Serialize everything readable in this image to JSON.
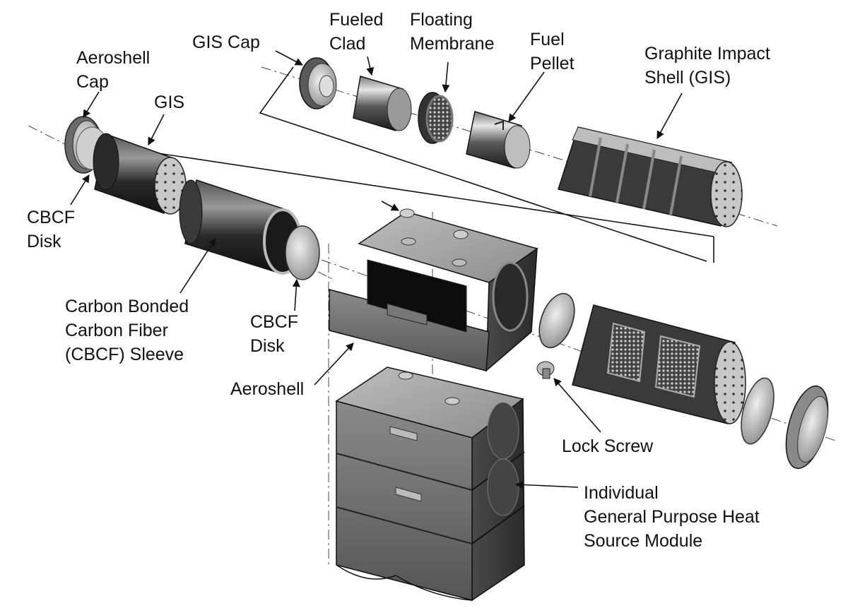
{
  "labels": {
    "aeroshell_cap": [
      "Aeroshell",
      "Cap"
    ],
    "gis_cap": [
      "GIS Cap"
    ],
    "fueled_clad": [
      "Fueled",
      "Clad"
    ],
    "floating_membrane": [
      "Floating",
      "Membrane"
    ],
    "fuel_pellet": [
      "Fuel",
      "Pellet"
    ],
    "graphite_impact_shell": [
      "Graphite Impact",
      "Shell (GIS)"
    ],
    "gis": [
      "GIS"
    ],
    "cbcf_disk_left": [
      "CBCF",
      "Disk"
    ],
    "cbcf_sleeve": [
      "Carbon Bonded",
      "Carbon Fiber",
      "(CBCF) Sleeve"
    ],
    "cbcf_disk_center": [
      "CBCF",
      "Disk"
    ],
    "aeroshell": [
      "Aeroshell"
    ],
    "lock_screw": [
      "Lock Screw"
    ],
    "gphs_module": [
      "Individual",
      "General Purpose Heat",
      "Source Module"
    ]
  },
  "colors": {
    "ink": "#111111",
    "metal_light": "#d8d8d8",
    "metal_mid": "#9a9a9a",
    "metal_dark": "#3c3c3c",
    "shadow": "#1e1e1e"
  }
}
